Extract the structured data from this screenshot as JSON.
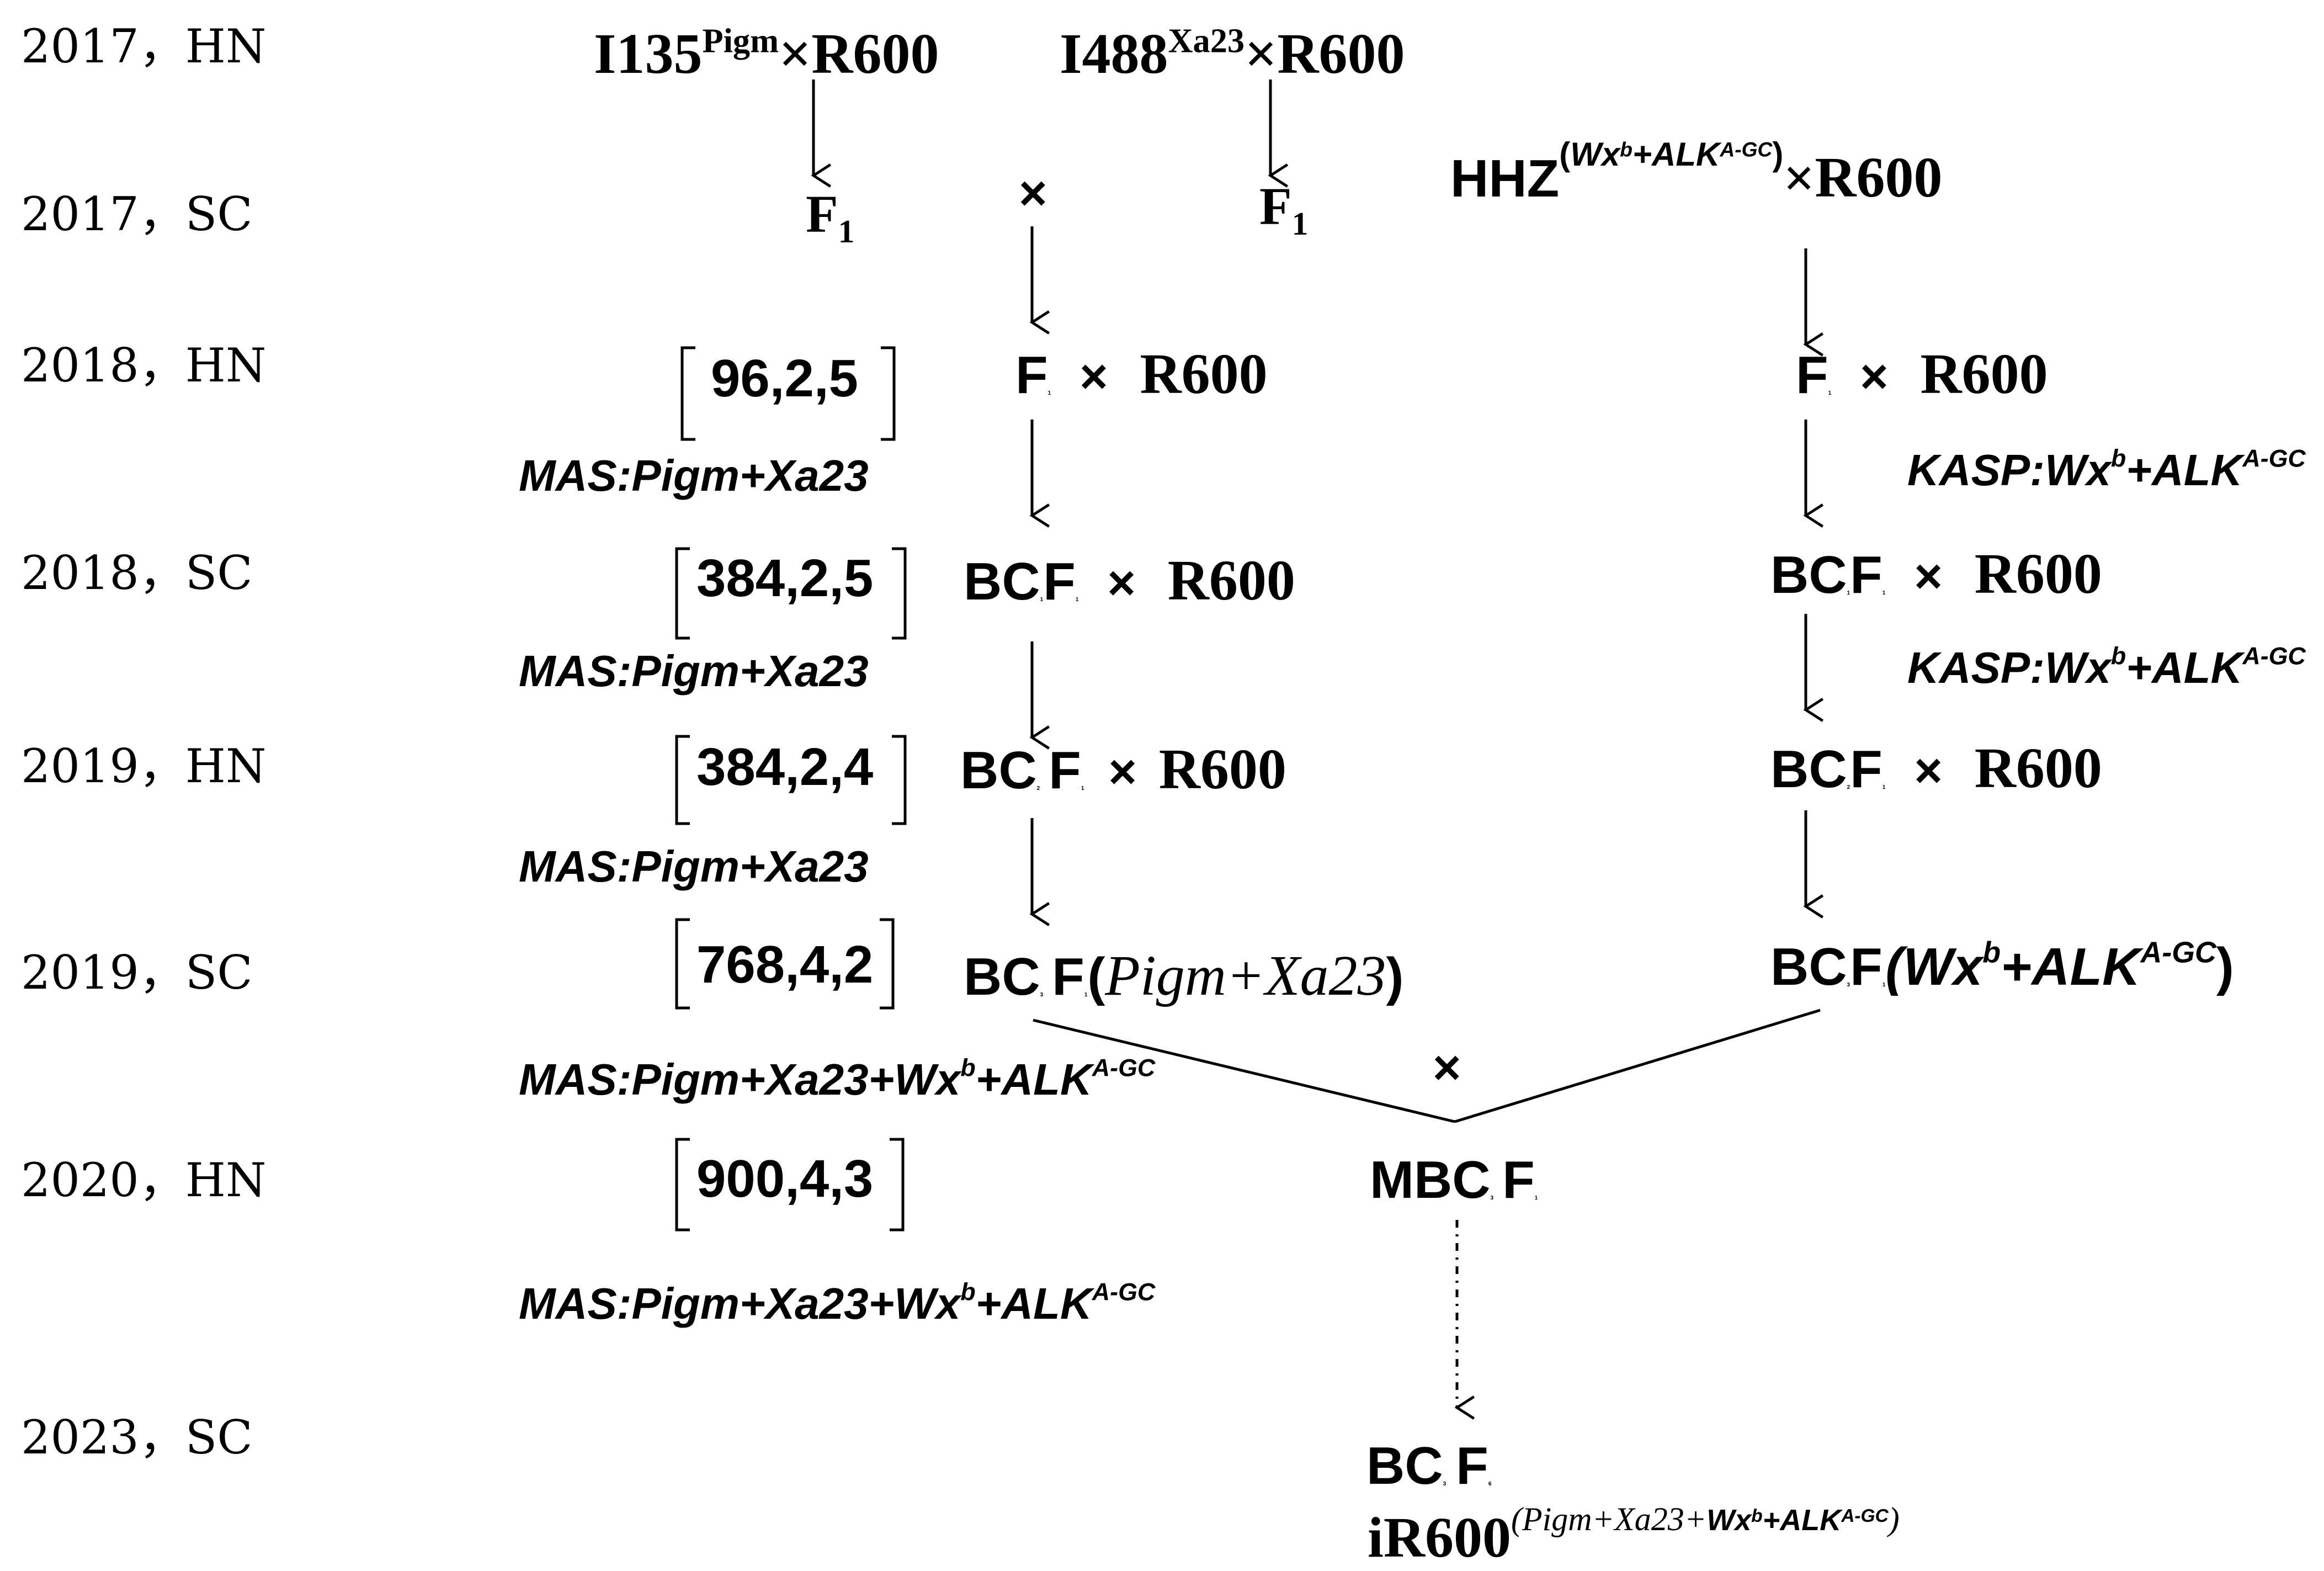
{
  "years": [
    "2017，HN",
    "2017，SC",
    "2018，HN",
    "2018，SC",
    "2019，HN",
    "2019，SC",
    "2020，HN",
    "2023，SC"
  ],
  "cross1": {
    "parent": "I135",
    "gene": "Pigm",
    "sign": "×",
    "recurrent": "R600"
  },
  "cross2": {
    "parent": "I488",
    "gene": "Xa23",
    "sign": "×",
    "recurrent": "R600"
  },
  "cross3": {
    "parent": "HHZ",
    "gene_open": "(",
    "gene_a": "Wx",
    "gene_a_sup": "b",
    "gene_plus": "+ALK",
    "gene_b_sup": "A-GC",
    "gene_close": ")",
    "sign": "×",
    "recurrent": "R600"
  },
  "f1_left": {
    "base": "F",
    "sub": "1"
  },
  "f1_mid": {
    "base": "F",
    "sub": "1"
  },
  "cross_sign": "×",
  "left_column": {
    "row_2018hn": {
      "gen": "F",
      "sub": "1",
      "sign": "×",
      "recurrent": "R600"
    },
    "row_2018sc": {
      "gen": "BC",
      "sub_a": "1",
      "gen2": "F",
      "sub_b": "1",
      "sign": "×",
      "recurrent": "R600"
    },
    "row_2019hn": {
      "gen": "BC",
      "sub_a": "2",
      "gen2": "F",
      "sub_b": "1",
      "sign": "×",
      "recurrent": "R600"
    },
    "row_2019sc": {
      "gen": "BC",
      "sub_a": "3",
      "gen2": "F",
      "sub_b": "1",
      "open": "(",
      "genes": "Pigm+Xa23",
      "close": ")"
    }
  },
  "right_column": {
    "row_2018hn": {
      "gen": "F",
      "sub": "1",
      "sign": "×",
      "recurrent": "R600"
    },
    "row_2018sc": {
      "gen": "BC",
      "sub_a": "1",
      "gen2": "F",
      "sub_b": "1",
      "sign": "×",
      "recurrent": "R600"
    },
    "row_2019hn": {
      "gen": "BC",
      "sub_a": "2",
      "gen2": "F",
      "sub_b": "1",
      "sign": "×",
      "recurrent": "R600"
    },
    "row_2019sc": {
      "gen": "BC",
      "sub_a": "3",
      "gen2": "F",
      "sub_b": "1",
      "open": "(Wx",
      "sup_a": "b",
      "mid": "+ALK",
      "sup_b": "A-GC",
      "close": ")"
    }
  },
  "kasp": {
    "prefix": "KASP:Wx",
    "sup_a": "b",
    "mid": "+ALK",
    "sup_b": "A-GC"
  },
  "mas_simple": "MAS:Pigm+Xa23",
  "mas_full": {
    "prefix": "MAS:Pigm+Xa23+Wx",
    "sup_a": "b",
    "mid": "+ALK",
    "sup_b": "A-GC"
  },
  "counts": [
    "96,2,5",
    "384,2,5",
    "384,2,4",
    "768,4,2",
    "900,4,3"
  ],
  "mbc": {
    "gen": "MBC",
    "sub_a": "3",
    "gen2": "F",
    "sub_b": "1"
  },
  "final": {
    "gen": "BC",
    "sub_a": "3",
    "gen2": "F",
    "sub_b": "6",
    "name": "iR600",
    "genes_open": "(Pigm+Xa23+",
    "wx": "Wx",
    "wx_sup": "b",
    "alk": "+ALK",
    "alk_sup": "A-GC",
    "genes_close": ")"
  }
}
